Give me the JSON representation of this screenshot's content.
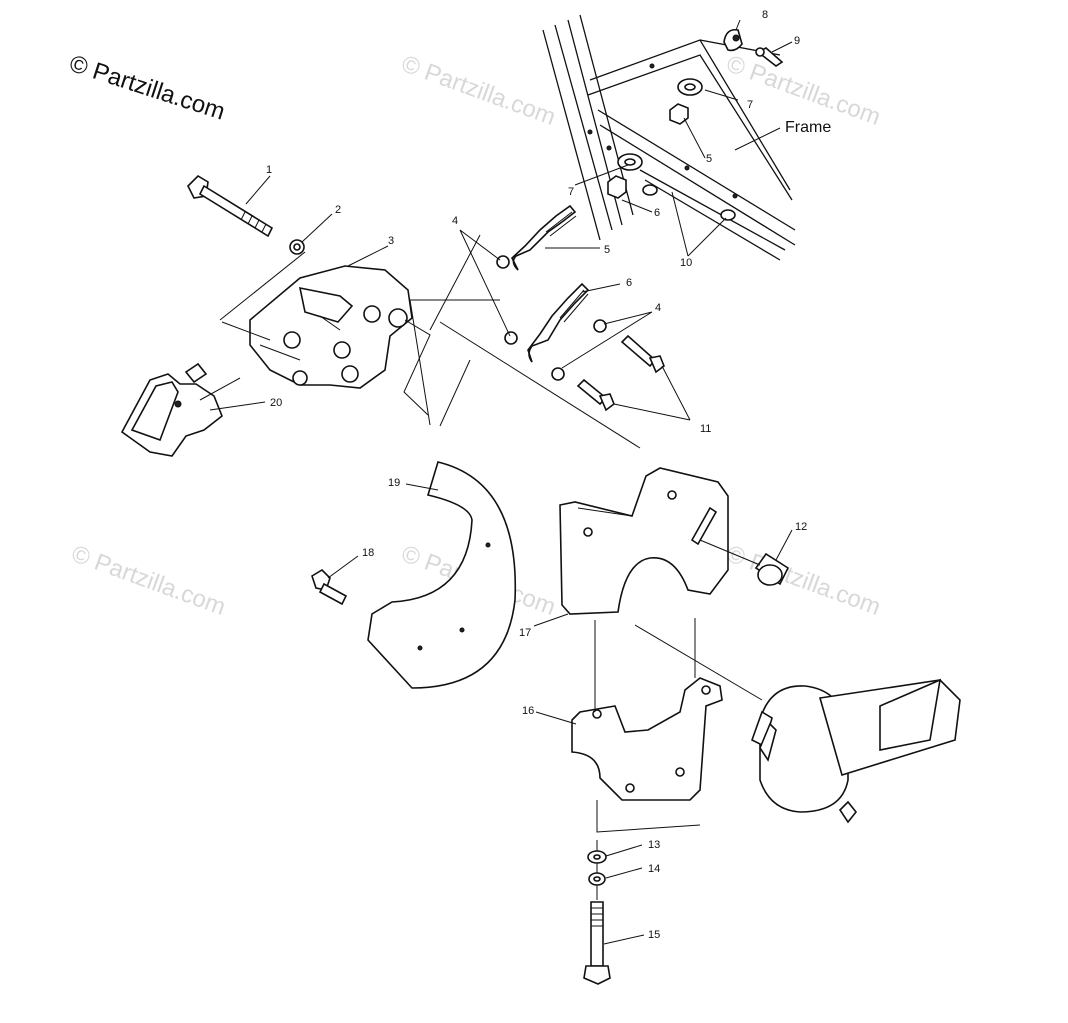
{
  "copyright": "© Partzilla.com",
  "watermark": "© Partzilla.com",
  "frame_label": "Frame",
  "callouts": {
    "c1": "1",
    "c2": "2",
    "c3": "3",
    "c4a": "4",
    "c4b": "4",
    "c5a": "5",
    "c5b": "5",
    "c6a": "6",
    "c6b": "6",
    "c7a": "7",
    "c7b": "7",
    "c8": "8",
    "c9": "9",
    "c10": "10",
    "c11": "11",
    "c12": "12",
    "c13": "13",
    "c14": "14",
    "c15": "15",
    "c16": "16",
    "c17": "17",
    "c18": "18",
    "c19": "19",
    "c20": "20"
  }
}
